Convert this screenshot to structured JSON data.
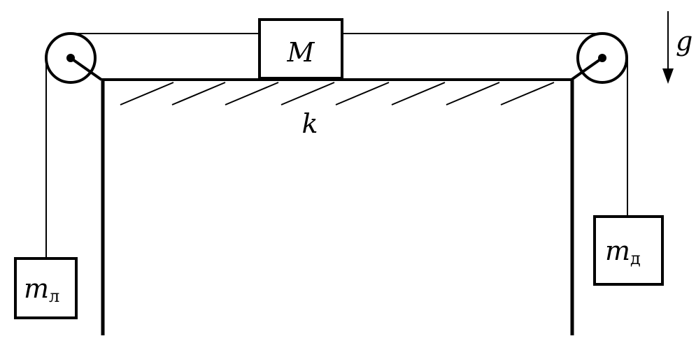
{
  "labels": {
    "block_mass": "M",
    "friction": "k",
    "gravity": "g",
    "left_mass": "m",
    "left_sub": "л",
    "right_mass": "m",
    "right_sub": "д"
  },
  "colors": {
    "ink": "#000000",
    "background": "#ffffff"
  }
}
